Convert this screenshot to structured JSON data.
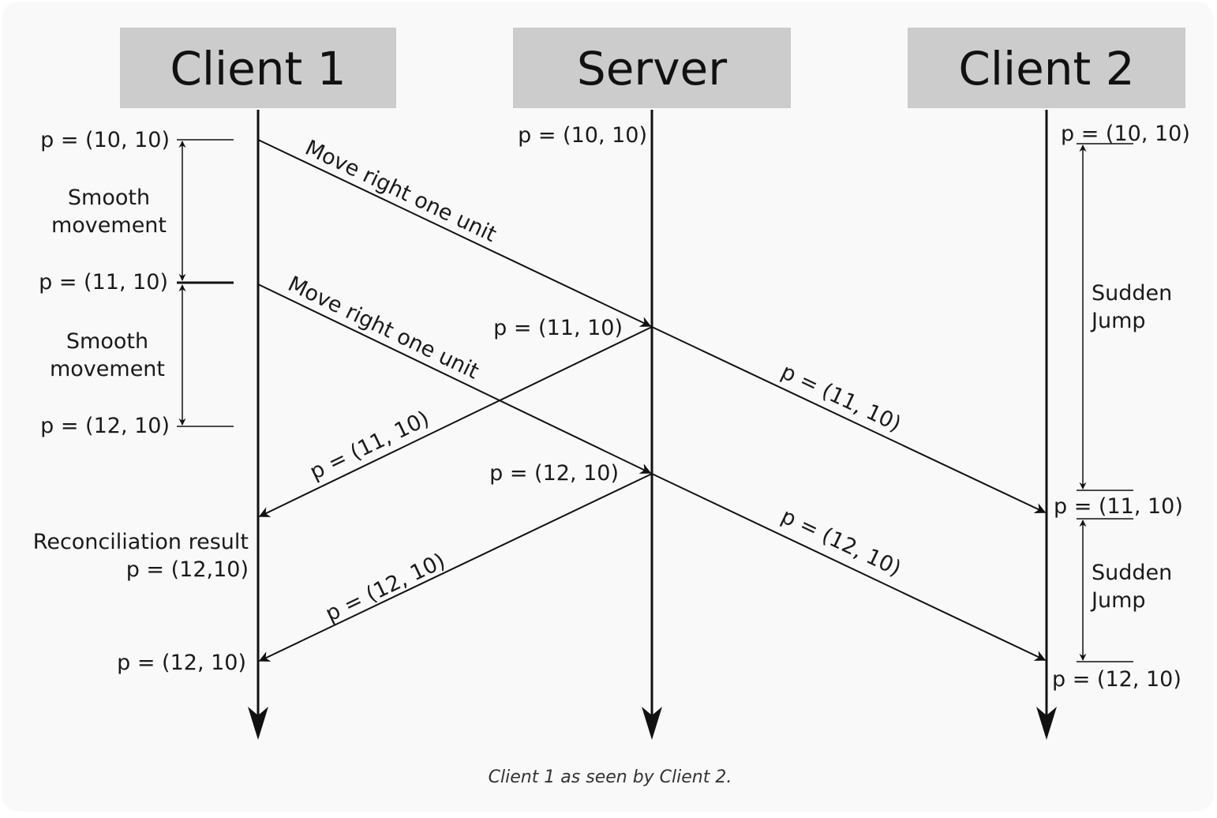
{
  "diagram": {
    "headers": {
      "client1": "Client 1",
      "server": "Server",
      "client2": "Client 2"
    },
    "client1_labels": {
      "p1": "p = (10, 10)",
      "p2": "p = (11, 10)",
      "p3": "p = (12, 10)",
      "smooth1_line1": "Smooth",
      "smooth1_line2": "movement",
      "smooth2_line1": "Smooth",
      "smooth2_line2": "movement",
      "reconciliation_line1": "Reconciliation result",
      "reconciliation_line2": "p = (12,10)",
      "final": "p = (12, 10)"
    },
    "server_labels": {
      "p1": "p = (10, 10)",
      "p2": "p = (11, 10)",
      "p3": "p = (12, 10)"
    },
    "client2_labels": {
      "p1": "p = (10, 10)",
      "p2": "p = (11, 10)",
      "p3": "p = (12, 10)",
      "jump1_line1": "Sudden",
      "jump1_line2": "Jump",
      "jump2_line1": "Sudden",
      "jump2_line2": "Jump"
    },
    "messages": {
      "move1": "Move right one unit",
      "move2": "Move right one unit",
      "s_to_c1_a": "p = (11, 10)",
      "s_to_c1_b": "p = (12, 10)",
      "s_to_c2_a": "p = (11, 10)",
      "s_to_c2_b": "p = (12, 10)"
    },
    "caption": "Client 1 as seen by Client 2.",
    "colors": {
      "header_box": "#cccccc",
      "line": "#111111",
      "background": "#f9f9f9"
    }
  }
}
